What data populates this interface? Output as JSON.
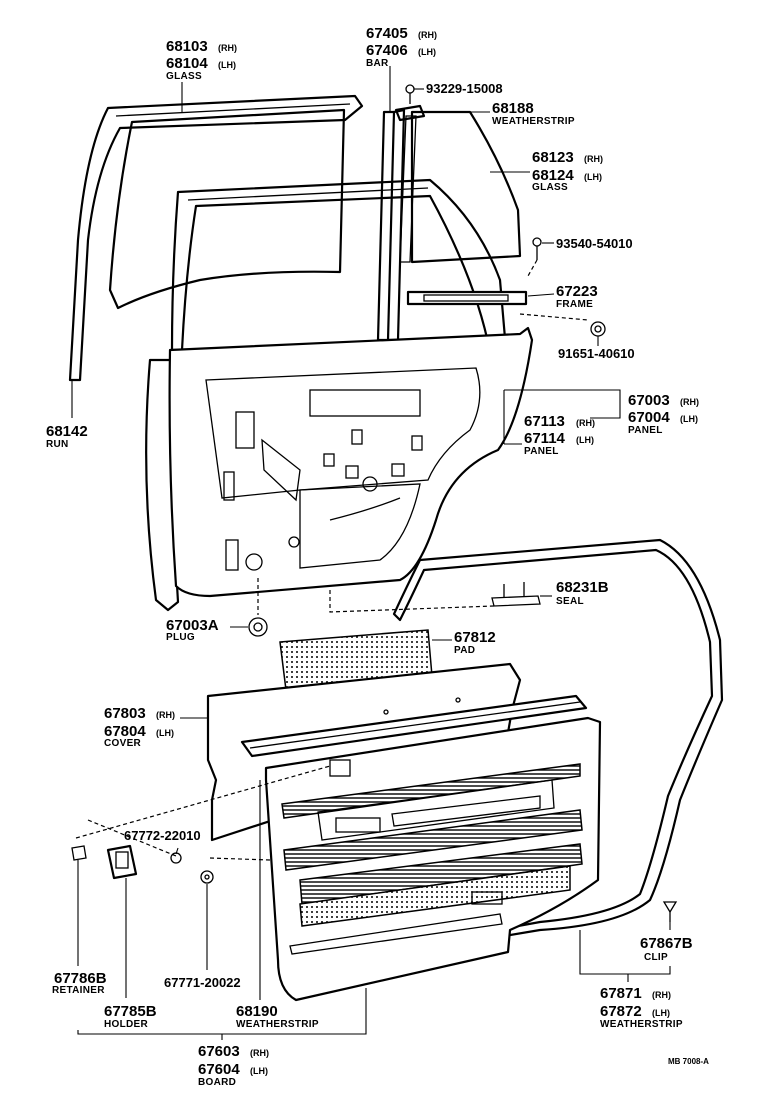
{
  "labels": {
    "glass_front": {
      "pn1": "68103",
      "s1": "(RH)",
      "pn2": "68104",
      "s2": "(LH)",
      "name": "GLASS"
    },
    "bar": {
      "pn1": "67405",
      "s1": "(RH)",
      "pn2": "67406",
      "s2": "(LH)",
      "name": "BAR"
    },
    "screw_top": {
      "pn1": "93229-15008"
    },
    "weatherstrip_top": {
      "pn1": "68188",
      "name": "WEATHERSTRIP"
    },
    "glass_rear": {
      "pn1": "68123",
      "s1": "(RH)",
      "pn2": "68124",
      "s2": "(LH)",
      "name": "GLASS"
    },
    "screw_mid": {
      "pn1": "93540-54010"
    },
    "frame": {
      "pn1": "67223",
      "name": "FRAME"
    },
    "bolt": {
      "pn1": "91651-40610"
    },
    "run": {
      "pn1": "68142",
      "name": "RUN"
    },
    "panel_outer": {
      "pn1": "67003",
      "s1": "(RH)",
      "pn2": "67004",
      "s2": "(LH)",
      "name": "PANEL"
    },
    "panel_inner": {
      "pn1": "67113",
      "s1": "(RH)",
      "pn2": "67114",
      "s2": "(LH)",
      "name": "PANEL"
    },
    "seal": {
      "pn1": "68231B",
      "name": "SEAL"
    },
    "plug": {
      "pn1": "67003A",
      "name": "PLUG"
    },
    "pad": {
      "pn1": "67812",
      "name": "PAD"
    },
    "cover": {
      "pn1": "67803",
      "s1": "(RH)",
      "pn2": "67804",
      "s2": "(LH)",
      "name": "COVER"
    },
    "clip_small": {
      "pn1": "67772-22010"
    },
    "clip_right": {
      "pn1": "67867B",
      "name": "CLIP"
    },
    "retainer": {
      "pn1": "67786B",
      "name": "RETAINER"
    },
    "clip_bottom": {
      "pn1": "67771-20022"
    },
    "holder": {
      "pn1": "67785B",
      "name": "HOLDER"
    },
    "weatherstrip_belt": {
      "pn1": "68190",
      "name": "WEATHERSTRIP"
    },
    "weatherstrip_door": {
      "pn1": "67871",
      "s1": "(RH)",
      "pn2": "67872",
      "s2": "(LH)",
      "name": "WEATHERSTRIP"
    },
    "board": {
      "pn1": "67603",
      "s1": "(RH)",
      "pn2": "67604",
      "s2": "(LH)",
      "name": "BOARD"
    }
  },
  "ref_code": "MB 7008-A"
}
